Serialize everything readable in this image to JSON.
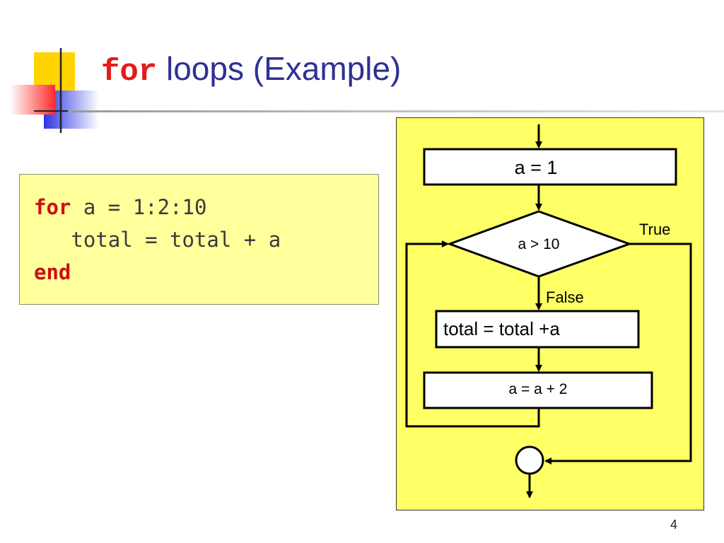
{
  "title": {
    "keyword": "for",
    "rest": " loops (Example)"
  },
  "code": {
    "line1_keyword": "for",
    "line1_rest": " a = 1:2:10",
    "line2": "   total = total + a",
    "line3_keyword": "end"
  },
  "flowchart": {
    "init": "a = 1",
    "condition": "a > 10",
    "true_label": "True",
    "false_label": "False",
    "body": "total = total +a",
    "increment": "a = a + 2"
  },
  "colors": {
    "title": "#2e3192",
    "keyword": "#e41b1b",
    "code_bg": "#ffff9c",
    "flow_bg": "#ffff66"
  },
  "slide_number": "4"
}
